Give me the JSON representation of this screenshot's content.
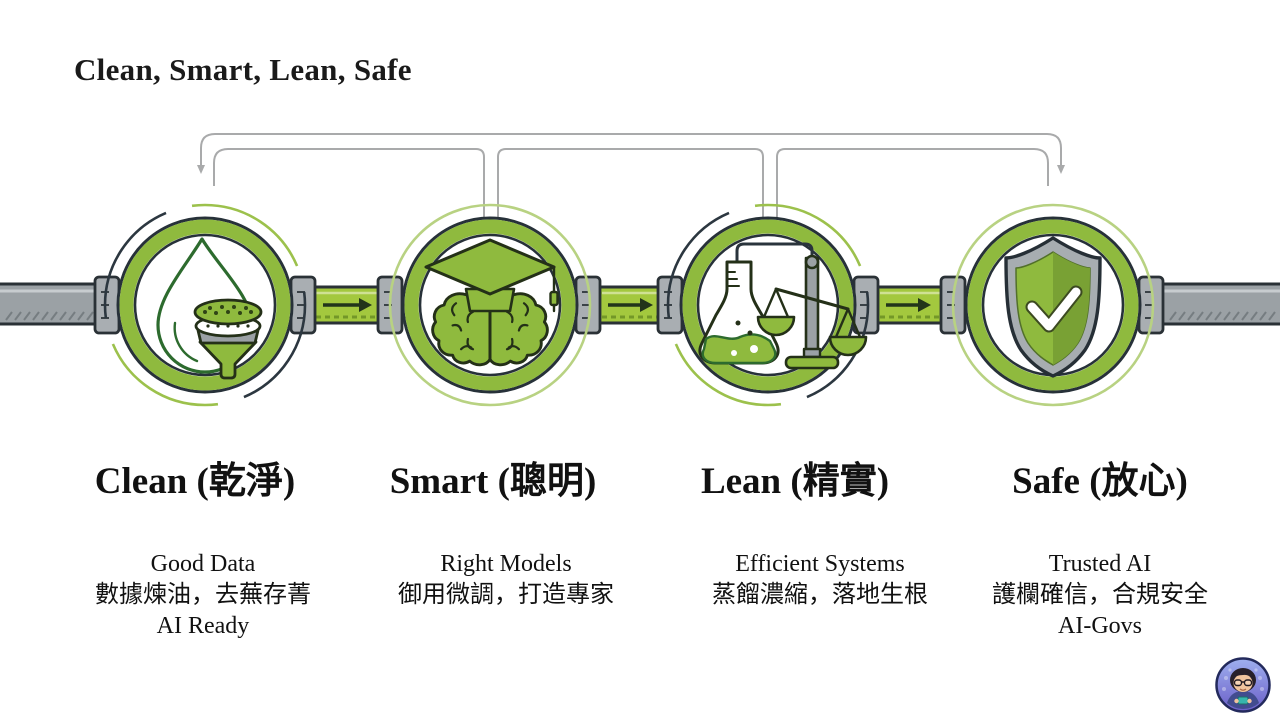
{
  "title": "Clean, Smart, Lean, Safe",
  "stages": [
    {
      "name": "clean",
      "heading": "Clean (乾淨)",
      "icon": "water-drop-filter-funnel-icon",
      "lines": [
        "Good Data",
        "數據煉油，去蕪存菁",
        "AI Ready"
      ]
    },
    {
      "name": "smart",
      "heading": "Smart (聰明)",
      "icon": "graduation-cap-brain-icon",
      "lines": [
        "Right Models",
        "御用微調，打造專家"
      ]
    },
    {
      "name": "lean",
      "heading": "Lean (精實)",
      "icon": "flask-balance-scale-icon",
      "lines": [
        "Efficient Systems",
        "蒸餾濃縮，落地生根"
      ]
    },
    {
      "name": "safe",
      "heading": "Safe (放心)",
      "icon": "shield-checkmark-icon",
      "lines": [
        "Trusted AI",
        "護欄確信，合規安全",
        "AI-Govs"
      ]
    }
  ],
  "colors": {
    "accent_green": "#8fba3e",
    "pipe_green": "#a3c83e",
    "light_green": "#b8d282",
    "pipe_gray": "#9ba1a5",
    "flange_gray": "#a9aeb2",
    "outline_dark": "#273139",
    "connector_gray": "#a9aaab",
    "background": "#ffffff",
    "text": "#1a1a1a"
  },
  "watermark": {
    "description": "author avatar badge"
  }
}
